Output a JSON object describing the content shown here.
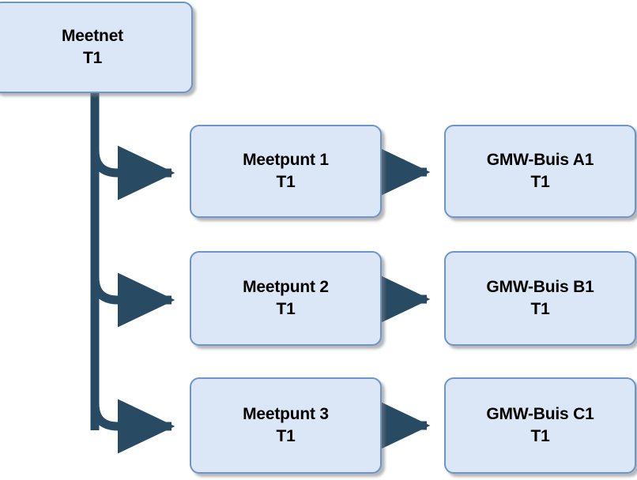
{
  "diagram": {
    "type": "flow-hierarchy",
    "background_color": "#ffffff",
    "node_fill_color": "#dbe6f7",
    "node_border_color": "#6e95c8",
    "edge_color": "#294a63",
    "text_color": "#000000",
    "nodes": [
      {
        "id": "meetnet",
        "line1": "Meetnet",
        "line2": "T1"
      },
      {
        "id": "meetpunt_1",
        "line1": "Meetpunt 1",
        "line2": "T1"
      },
      {
        "id": "meetpunt_2",
        "line1": "Meetpunt 2",
        "line2": "T1"
      },
      {
        "id": "meetpunt_3",
        "line1": "Meetpunt 3",
        "line2": "T1"
      },
      {
        "id": "gmw_buis_a1",
        "line1": "GMW-Buis A1",
        "line2": "T1"
      },
      {
        "id": "gmw_buis_b1",
        "line1": "GMW-Buis B1",
        "line2": "T1"
      },
      {
        "id": "gmw_buis_c1",
        "line1": "GMW-Buis C1",
        "line2": "T1"
      }
    ],
    "edges": [
      {
        "id": "meetnet-to-meetpunt-1",
        "from": "meetnet",
        "to": "meetpunt_1",
        "style": "elbow-arrow"
      },
      {
        "id": "meetnet-to-meetpunt-2",
        "from": "meetnet",
        "to": "meetpunt_2",
        "style": "elbow-arrow"
      },
      {
        "id": "meetnet-to-meetpunt-3",
        "from": "meetnet",
        "to": "meetpunt_3",
        "style": "elbow-arrow"
      },
      {
        "id": "meetpunt-1-to-gmw-buis-a1",
        "from": "meetpunt_1",
        "to": "gmw_buis_a1",
        "style": "straight-arrow"
      },
      {
        "id": "meetpunt-2-to-gmw-buis-b1",
        "from": "meetpunt_2",
        "to": "gmw_buis_b1",
        "style": "straight-arrow"
      },
      {
        "id": "meetpunt-3-to-gmw-buis-c1",
        "from": "meetpunt_3",
        "to": "gmw_buis_c1",
        "style": "straight-arrow"
      }
    ]
  }
}
